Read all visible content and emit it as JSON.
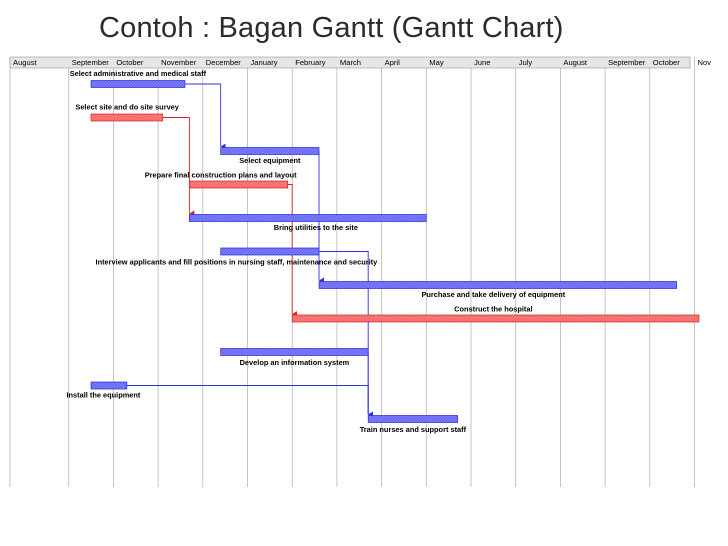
{
  "title": "Contoh : Bagan Gantt (Gantt Chart)",
  "colors": {
    "blue_bar": "#7d7dff",
    "blue_border": "#2a2ac8",
    "red_bar": "#ff7c7c",
    "red_border": "#d02020",
    "blue_link": "#3030e0",
    "red_link": "#e02020",
    "grid": "#b8b8b8",
    "header_bg": "#e6e6e6"
  },
  "chart_data": {
    "type": "gantt",
    "months": [
      "August",
      "September",
      "October",
      "November",
      "December",
      "January",
      "February",
      "March",
      "April",
      "May",
      "June",
      "July",
      "August",
      "September",
      "October",
      "Nov"
    ],
    "tasks": [
      {
        "name": "Select administrative and medical staff",
        "start": 1.5,
        "end": 3.6,
        "color": "blue"
      },
      {
        "name": "Select site and do site survey",
        "start": 1.5,
        "end": 3.1,
        "color": "red"
      },
      {
        "name": "Select equipment",
        "start": 4.4,
        "end": 6.6,
        "color": "blue"
      },
      {
        "name": "Prepare final construction plans and layout",
        "start": 3.7,
        "end": 5.9,
        "color": "red"
      },
      {
        "name": "Bring utilities to the site",
        "start": 3.7,
        "end": 9.0,
        "color": "blue"
      },
      {
        "name": "Interview applicants and fill positions in nursing staff, maintenance and security",
        "start": 4.4,
        "end": 6.6,
        "color": "blue"
      },
      {
        "name": "Purchase and take delivery of equipment",
        "start": 6.6,
        "end": 14.6,
        "color": "blue"
      },
      {
        "name": "Construct the hospital",
        "start": 6.0,
        "end": 15.1,
        "color": "red"
      },
      {
        "name": "Develop an information system",
        "start": 4.4,
        "end": 7.7,
        "color": "blue"
      },
      {
        "name": "Install the equipment",
        "start": 1.5,
        "end": 2.3,
        "color": "blue"
      },
      {
        "name": "Train nurses and support staff",
        "start": 7.7,
        "end": 9.7,
        "color": "blue"
      }
    ],
    "links": [
      {
        "from": 0,
        "to": 2,
        "color": "blue"
      },
      {
        "from": 1,
        "to": 4,
        "color": "red"
      },
      {
        "from": 2,
        "to": 6,
        "color": "blue"
      },
      {
        "from": 3,
        "to": 7,
        "color": "red"
      },
      {
        "from": 5,
        "to": 10,
        "color": "blue"
      },
      {
        "from": 8,
        "to": 10,
        "color": "blue"
      },
      {
        "from": 9,
        "to": 10,
        "color": "blue"
      }
    ]
  }
}
